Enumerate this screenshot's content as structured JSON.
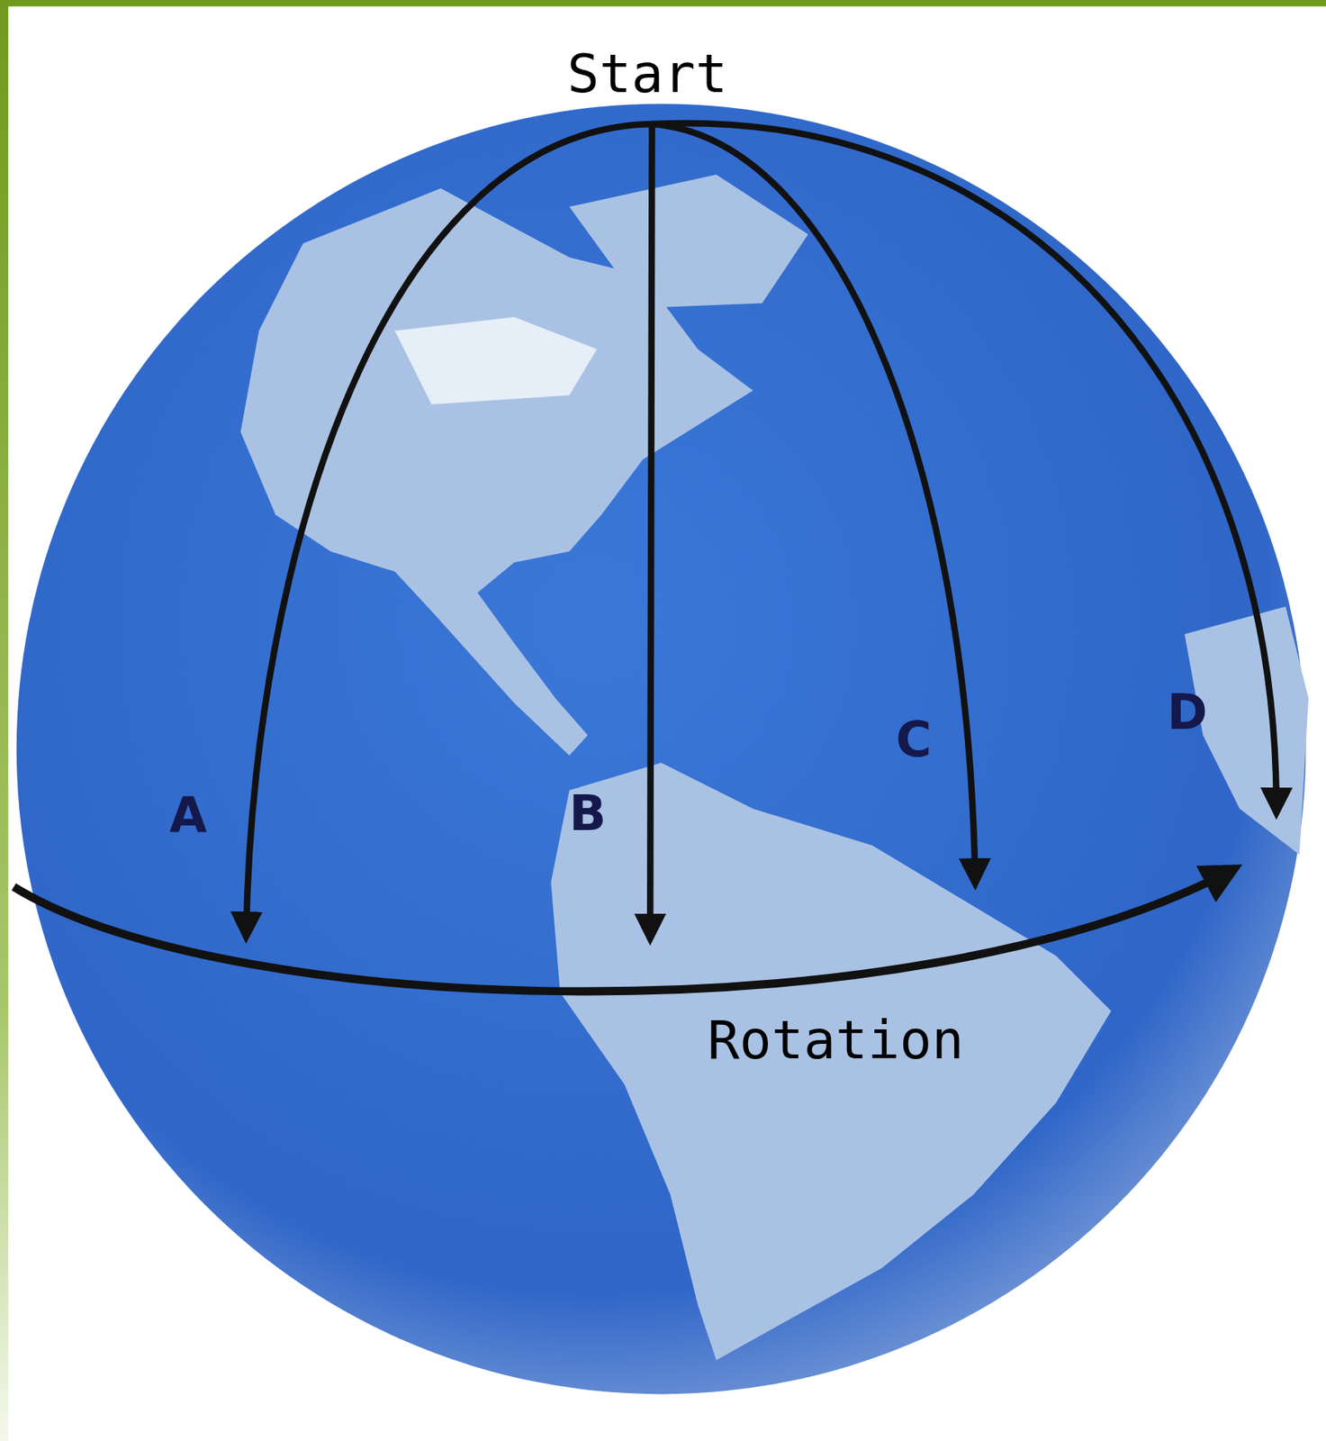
{
  "diagram": {
    "labels": [
      "Start",
      "A",
      "B",
      "C",
      "D",
      "Rotation"
    ]
  }
}
